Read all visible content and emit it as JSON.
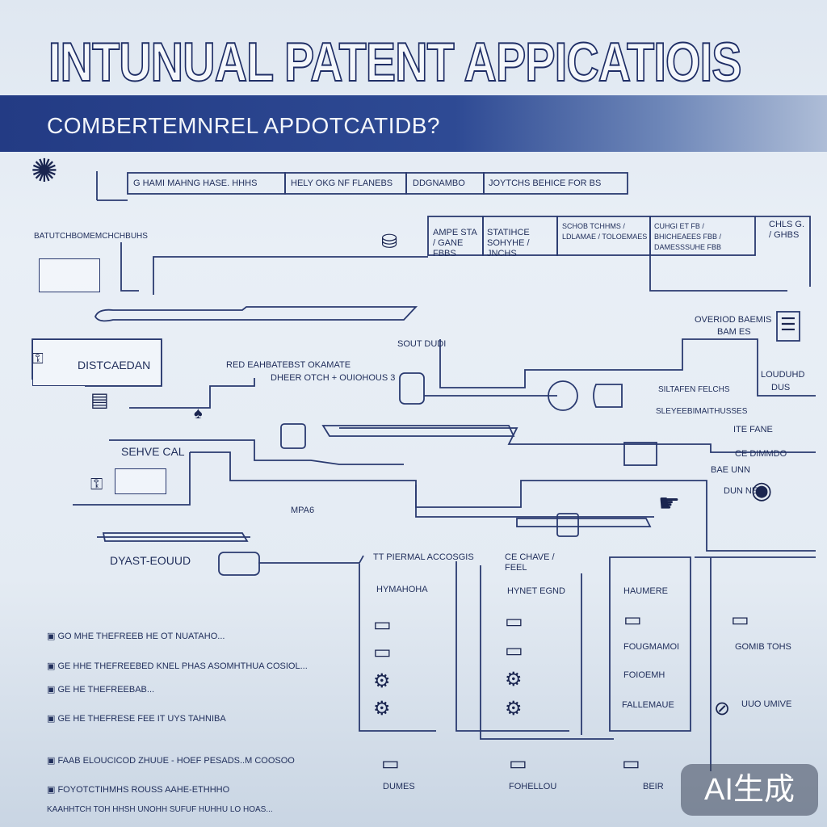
{
  "header": {
    "title": "INTUNUAL PATENT APPICATIOIS",
    "subtitle": "COMBERTEMNREL APDOTCATIDB?"
  },
  "top_row": {
    "cells": [
      "G HAMI   MAHNG HASE. HHHS",
      "HELY OKG NF FLANEBS",
      "DDGNAMBO",
      "JOYTCHS BEHICE FOR BS"
    ]
  },
  "second_row": {
    "cells": [
      "AMPE STA / GANE FBBS",
      "STATIHCE SOHYHE / JNCHS",
      "SCHOB TCHHMS / LDLAMAE / TOLOEMAES",
      "CUHGI ET FB / BHICHEAEES FBB / DAMESSSUHE FBB",
      "CHLS G. / GHBS"
    ]
  },
  "labels": {
    "left_top": "BATUTCHBOMEMCHCHBUHS",
    "distcaedan": "DISTCAEDAN",
    "red": "RED EAHBATEBST OKAMATE",
    "dheer": "DHEER OTCH + OUIOHOUS 3",
    "sout": "SOUT DUDI",
    "overio": "OVERIOD BAEMIS",
    "bam": "BAM ES",
    "louo": "LOUDUHD",
    "dus": "DUS",
    "siltafon": "SILTAFEN FELCHS",
    "sleyee": "SLEYEEBIMAITHUSSES",
    "ite_fane": "ITE FANE",
    "ce_dimmdo": "CE DIMMDO",
    "bae_unn": "BAE UNN",
    "dun_nes": "DUN NES",
    "serve": "SEHVE CAL",
    "mpa": "MPA6",
    "dynast": "DYAST-EOUUD",
    "tt_pie": "TT PIERMAL ACCOSGIS",
    "ce_chave": "CE CHAVE / FEEL",
    "hymah": "HYMAHOHA",
    "hynet": "HYNET EGND",
    "haumere": "HAUMERE",
    "fougmo": "FOUGMAMOI",
    "foioemh": "FOIOEMH",
    "faleuaue": "FALLEMAUE",
    "gomib": "GOMIB TOHS",
    "uuo": "UUO UMIVE",
    "dumes": "DUMES",
    "fouell": "FOHELLOU",
    "beir": "BEIR"
  },
  "legend": [
    "GO MHE THEFREEB HE OT NUATAHO...",
    "GE HHE THEFREEBED KNEL PHAS ASOMHTHUA  COSIOL...",
    "GE HE THEFREEBAB...",
    "GE HE THEFRESE FEE IT UYS TAHNIBA",
    "FAAB ELOUCICOD ZHUUE - HOEF PESADS..M  COOSOO",
    "FOYOTCTIHMHS ROUSS AAHE-ETHHHO",
    "KAAHHTCH TOH HHSH UNOHH SUFUF HUHHU LO HOAS..."
  ],
  "badge": "AI生成",
  "colors": {
    "band": "#233b84",
    "line": "#2a3a70"
  }
}
